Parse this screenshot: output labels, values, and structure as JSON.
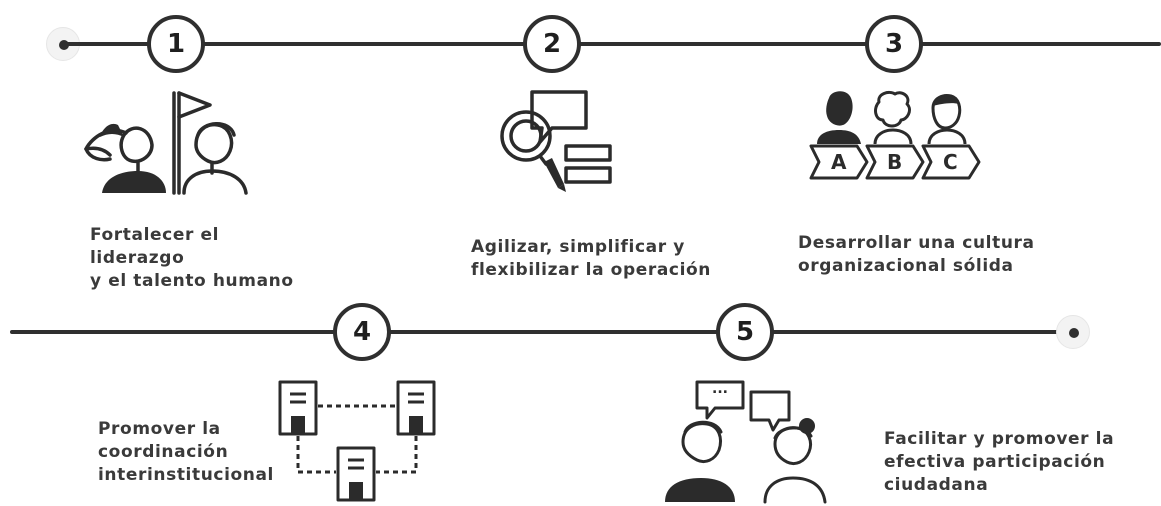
{
  "steps": [
    {
      "number": "1",
      "label": "Fortalecer el\nliderazgo\ny el talento humano",
      "icon": "leadership-icon"
    },
    {
      "number": "2",
      "label": "Agilizar, simplificar y\nflexibilizar la operación",
      "icon": "magnifier-chat-icon"
    },
    {
      "number": "3",
      "label": "Desarrollar una cultura\norganizacional sólida",
      "icon": "people-abc-icon"
    },
    {
      "number": "4",
      "label": "Promover la\ncoordinación\ninterinstitucional",
      "icon": "connected-documents-icon"
    },
    {
      "number": "5",
      "label": "Facilitar y promover la\nefectiva participación\nciudadana",
      "icon": "citizens-dialogue-icon"
    }
  ],
  "abc_letters": [
    "A",
    "B",
    "C"
  ],
  "chat_ellipsis": "...",
  "colors": {
    "line": "#2f2f2f",
    "text": "#3a3a3a",
    "endpoint_bg": "#f3f3f3"
  }
}
